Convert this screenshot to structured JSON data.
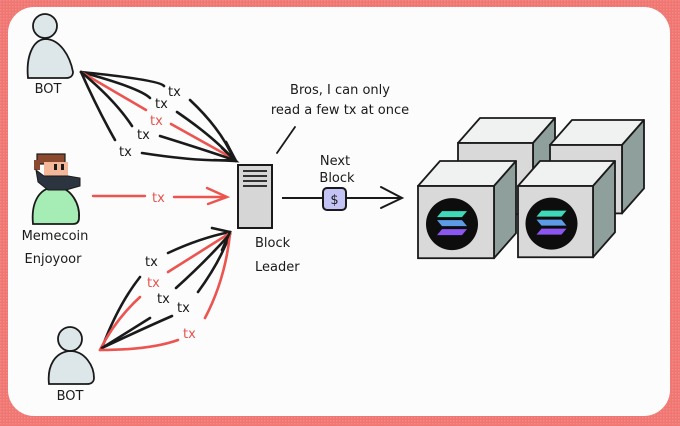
{
  "colors": {
    "frame": "#f17672",
    "panel": "#fcfcfc",
    "ink": "#1a1a1a",
    "red": "#ec5450",
    "bot_fill": "#dde6e8",
    "memecoin_body": "#a6ecb5",
    "server_fill": "#d6d6d6",
    "coin_fill": "#c3c4f5",
    "cube_top": "#f0f2f2",
    "cube_front": "#d9d9d9",
    "cube_side": "#8fa09c",
    "solana_dark": "#0d0d0d"
  },
  "actors": {
    "bot_top": {
      "label": "BOT",
      "icon": "person-icon"
    },
    "memecoin": {
      "label_line1": "Memecoin",
      "label_line2": "Enjoyoor",
      "icon": "pixel-person-icon"
    },
    "bot_bottom": {
      "label": "BOT",
      "icon": "person-icon"
    }
  },
  "transactions": {
    "top_labels": [
      {
        "text": "tx",
        "color": "black"
      },
      {
        "text": "tx",
        "color": "black"
      },
      {
        "text": "tx",
        "color": "red"
      },
      {
        "text": "tx",
        "color": "black"
      },
      {
        "text": "tx",
        "color": "black"
      }
    ],
    "memecoin_label": {
      "text": "tx",
      "color": "red"
    },
    "bottom_labels": [
      {
        "text": "tx",
        "color": "black"
      },
      {
        "text": "tx",
        "color": "red"
      },
      {
        "text": "tx",
        "color": "black"
      },
      {
        "text": "tx",
        "color": "black"
      },
      {
        "text": "tx",
        "color": "red"
      }
    ]
  },
  "leader": {
    "label_line1": "Block",
    "label_line2": "Leader",
    "icon": "server-icon",
    "speech_line1": "Bros, I can only",
    "speech_line2": "read a few tx at once"
  },
  "next_block": {
    "label_line1": "Next",
    "label_line2": "Block",
    "coin_symbol": "$"
  },
  "validators": {
    "count": 4,
    "icon": "solana-logo-icon"
  }
}
